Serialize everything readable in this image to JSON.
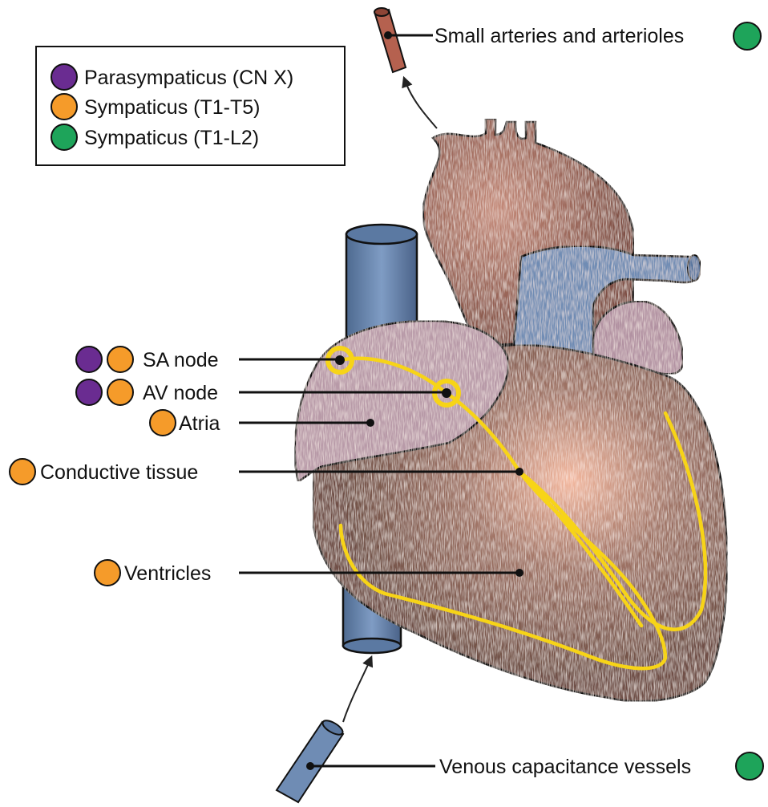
{
  "colors": {
    "parasympathetic": "#6a2c91",
    "sympathetic_t1_t5": "#f59b2a",
    "sympathetic_t1_l2": "#1ea45a",
    "vein_blue": "#6b86ad",
    "aorta_pink": "#8a5a4e",
    "atria_mauve": "#b89aa8",
    "ventricle_brown": "#7a5a4e",
    "conduction_yellow": "#f7d417",
    "artery_red": "#b5614f"
  },
  "legend": [
    {
      "color_key": "parasympathetic",
      "label": "Parasympaticus (CN X)"
    },
    {
      "color_key": "sympathetic_t1_t5",
      "label": "Sympaticus (T1-T5)"
    },
    {
      "color_key": "sympathetic_t1_l2",
      "label": "Sympaticus (T1-L2)"
    }
  ],
  "labels": {
    "arteries": "Small arteries and arterioles",
    "sa_node": "SA node",
    "av_node": "AV node",
    "atria": "Atria",
    "conductive": "Conductive tissue",
    "ventricles": "Ventricles",
    "veins": "Venous capacitance vessels"
  },
  "icons": {
    "vessel_artery": "small-artery-segment-icon",
    "vessel_vein": "vein-segment-icon",
    "heart": "heart-illustration",
    "arrow": "curved-arrow-icon"
  }
}
